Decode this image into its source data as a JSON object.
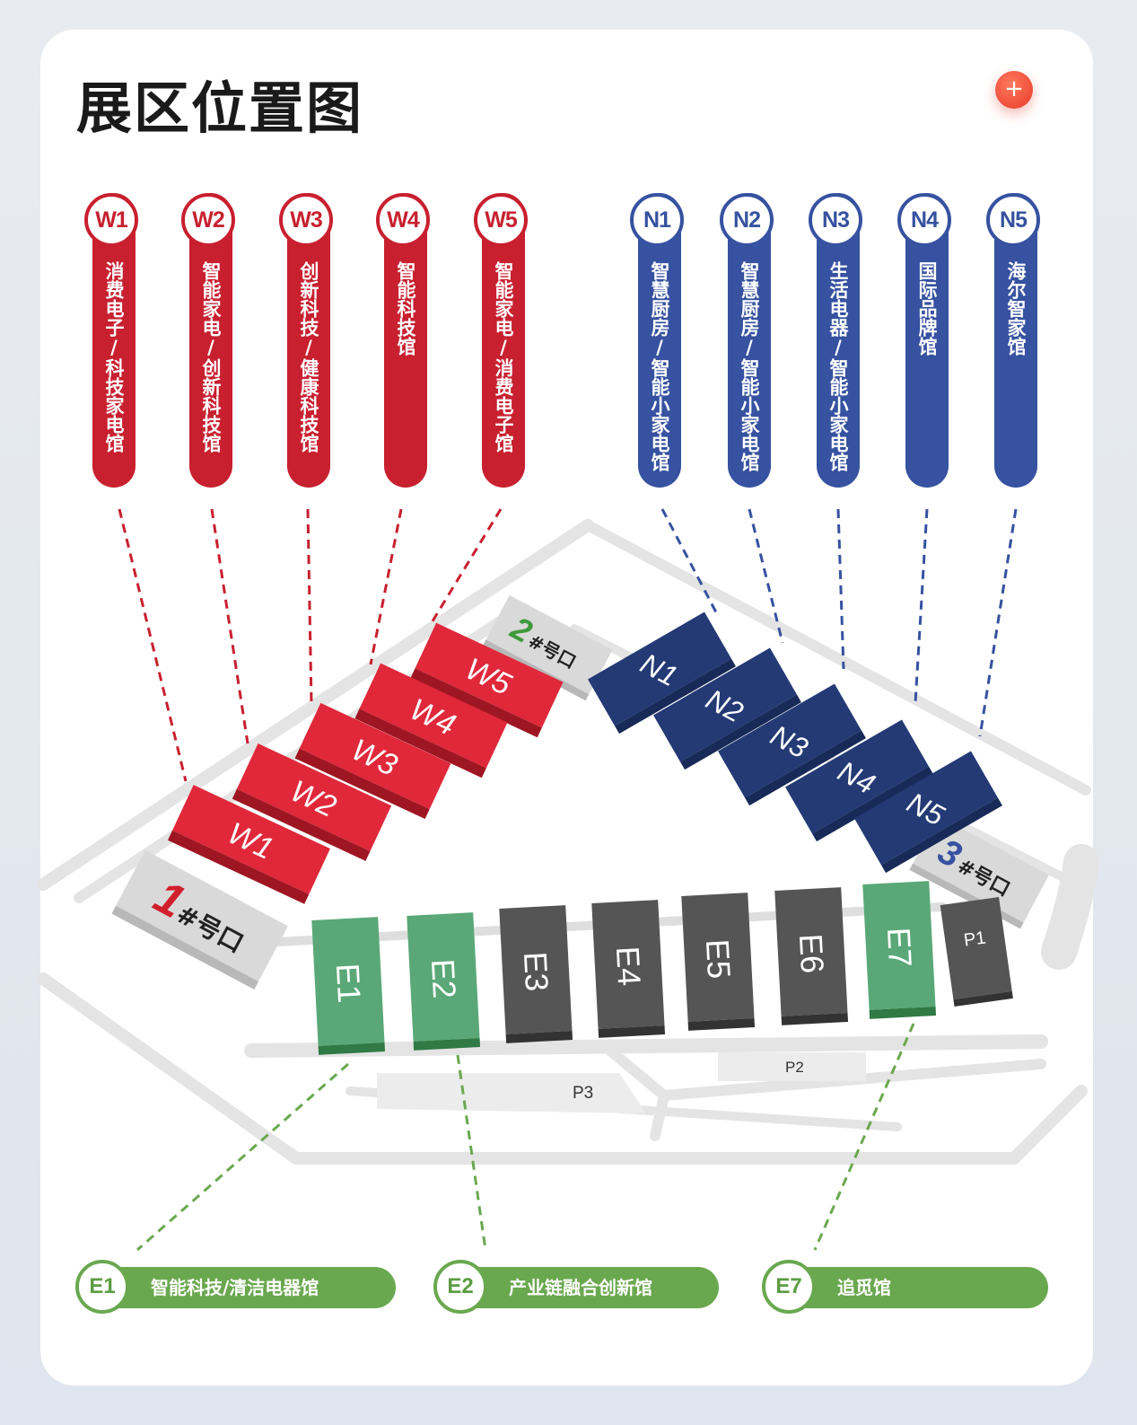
{
  "title": "展区位置图",
  "add_button": "+",
  "colors": {
    "west": "#c8202f",
    "north": "#3652a0",
    "east_featured": "#6aa84f",
    "east_other": "#4a4a4a",
    "gate": "#d6d6d6"
  },
  "west_halls": [
    {
      "code": "W1",
      "name": "消费电子/科技家电馆"
    },
    {
      "code": "W2",
      "name": "智能家电/创新科技馆"
    },
    {
      "code": "W3",
      "name": "创新科技/健康科技馆"
    },
    {
      "code": "W4",
      "name": "智能科技馆"
    },
    {
      "code": "W5",
      "name": "智能家电/消费电子馆"
    }
  ],
  "north_halls": [
    {
      "code": "N1",
      "name": "智慧厨房/智能小家电馆"
    },
    {
      "code": "N2",
      "name": "智慧厨房/智能小家电馆"
    },
    {
      "code": "N3",
      "name": "生活电器/智能小家电馆"
    },
    {
      "code": "N4",
      "name": "国际品牌馆"
    },
    {
      "code": "N5",
      "name": "海尔智家馆"
    }
  ],
  "east_halls": [
    {
      "code": "E1",
      "name": "智能科技/清洁电器馆"
    },
    {
      "code": "E2",
      "name": "产业链融合创新馆"
    },
    {
      "code": "E7",
      "name": "追觅馆"
    }
  ],
  "map": {
    "east_blocks": [
      "E1",
      "E2",
      "E3",
      "E4",
      "E5",
      "E6",
      "E7",
      "P1"
    ],
    "gates": [
      {
        "num": "1",
        "label": "#号口"
      },
      {
        "num": "2",
        "label": "#号口"
      },
      {
        "num": "3",
        "label": "#号口"
      }
    ],
    "parking": [
      "P2",
      "P3"
    ]
  }
}
